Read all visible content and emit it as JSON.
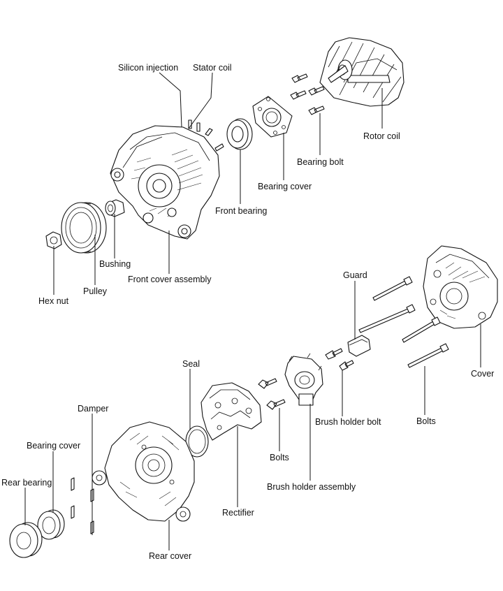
{
  "labels": {
    "silicon_injection": "Silicon injection",
    "stator_coil": "Stator coil",
    "rotor_coil": "Rotor coil",
    "bearing_bolt": "Bearing bolt",
    "bearing_cover_top": "Bearing cover",
    "front_bearing": "Front bearing",
    "bushing": "Bushing",
    "front_cover_assembly": "Front cover assembly",
    "pulley": "Pulley",
    "hex_nut": "Hex nut",
    "guard": "Guard",
    "cover": "Cover",
    "bolts_right": "Bolts",
    "brush_holder_bolt": "Brush holder bolt",
    "brush_holder_assembly": "Brush holder assembly",
    "bolts_mid": "Bolts",
    "seal": "Seal",
    "rectifier": "Rectifier",
    "damper": "Damper",
    "bearing_cover_bottom": "Bearing cover",
    "rear_bearing": "Rear bearing",
    "rear_cover": "Rear cover"
  }
}
